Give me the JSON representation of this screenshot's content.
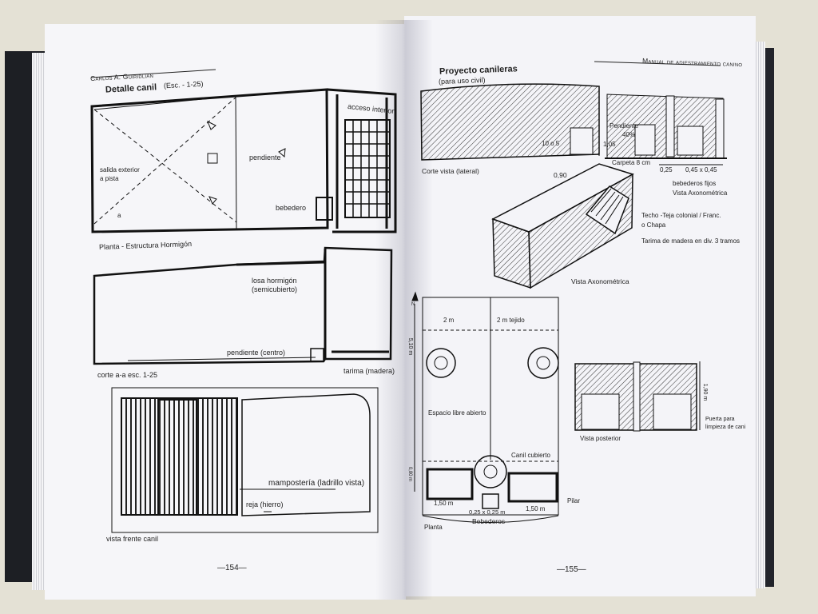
{
  "left_page": {
    "running_head": "Carlos A. Guiridlian",
    "title": "Detalle canil",
    "title_scale": "(Esc. - 1-25)",
    "plan_labels": {
      "salida_exterior": "salida exterior",
      "a_pista": "a pista",
      "a": "a",
      "pendiente": "pendiente",
      "acceso_interior": "acceso interior",
      "bebedero": "bebedero",
      "planta": "Planta - Estructura Hormigón"
    },
    "section_labels": {
      "losa": "losa hormigón",
      "semicubierto": "(semicubierto)",
      "pendiente_centro": "pendiente (centro)",
      "corte": "corte a-a  esc. 1-25",
      "tarima": "tarima (madera)"
    },
    "front_labels": {
      "mamposteria": "mampostería (ladrillo vista)",
      "reja": "reja (hierro)",
      "vista_frente": "vista frente canil"
    },
    "page_number": "—154—"
  },
  "right_page": {
    "running_head": "Manual de adiestramiento canino",
    "title": "Proyecto canileras",
    "subtitle": "(para uso civil)",
    "lateral_labels": {
      "corte_vista": "Corte  vista (lateral)",
      "d_10": "10 o 5",
      "d_105": "1,05"
    },
    "detail_labels": {
      "pendiente": "Pendiente",
      "pendiente_pct": "40%",
      "carpeta": "Carpeta 8 cm",
      "d_025": "0,25",
      "d_045": "0,45 x 0,45",
      "bebederos_fijos": "bebederos fijos",
      "vista_axon": "Vista Axonométrica"
    },
    "axon_labels": {
      "d_090": "0,90",
      "techo": "Techo -Teja colonial / Franc.",
      "chapa": "o Chapa",
      "tarima": "Tarima de madera en div. 3 tramos",
      "vista_axon": "Vista  Axonométrica"
    },
    "plan_labels": {
      "n": "N",
      "d_2m_a": "2 m",
      "d_2m_b": "2 m  tejido",
      "d_510": "5,10 m",
      "espacio": "Espacio libre abierto",
      "canil_cubierto": "Canil cubierto",
      "d_080": "0,80 m",
      "d_150_a": "1,50 m",
      "d_150_b": "1,50 m",
      "d_025x025": "0,25 x 0,25 m",
      "pilar": "Pilar",
      "bebederos": "Bebederos",
      "planta": "Planta"
    },
    "rear_labels": {
      "d_190": "1,90 m",
      "puerta": "Puerta para",
      "limpieza": "limpieza  de cani",
      "vista_posterior": "Vista posterior"
    },
    "page_number": "—155—"
  }
}
